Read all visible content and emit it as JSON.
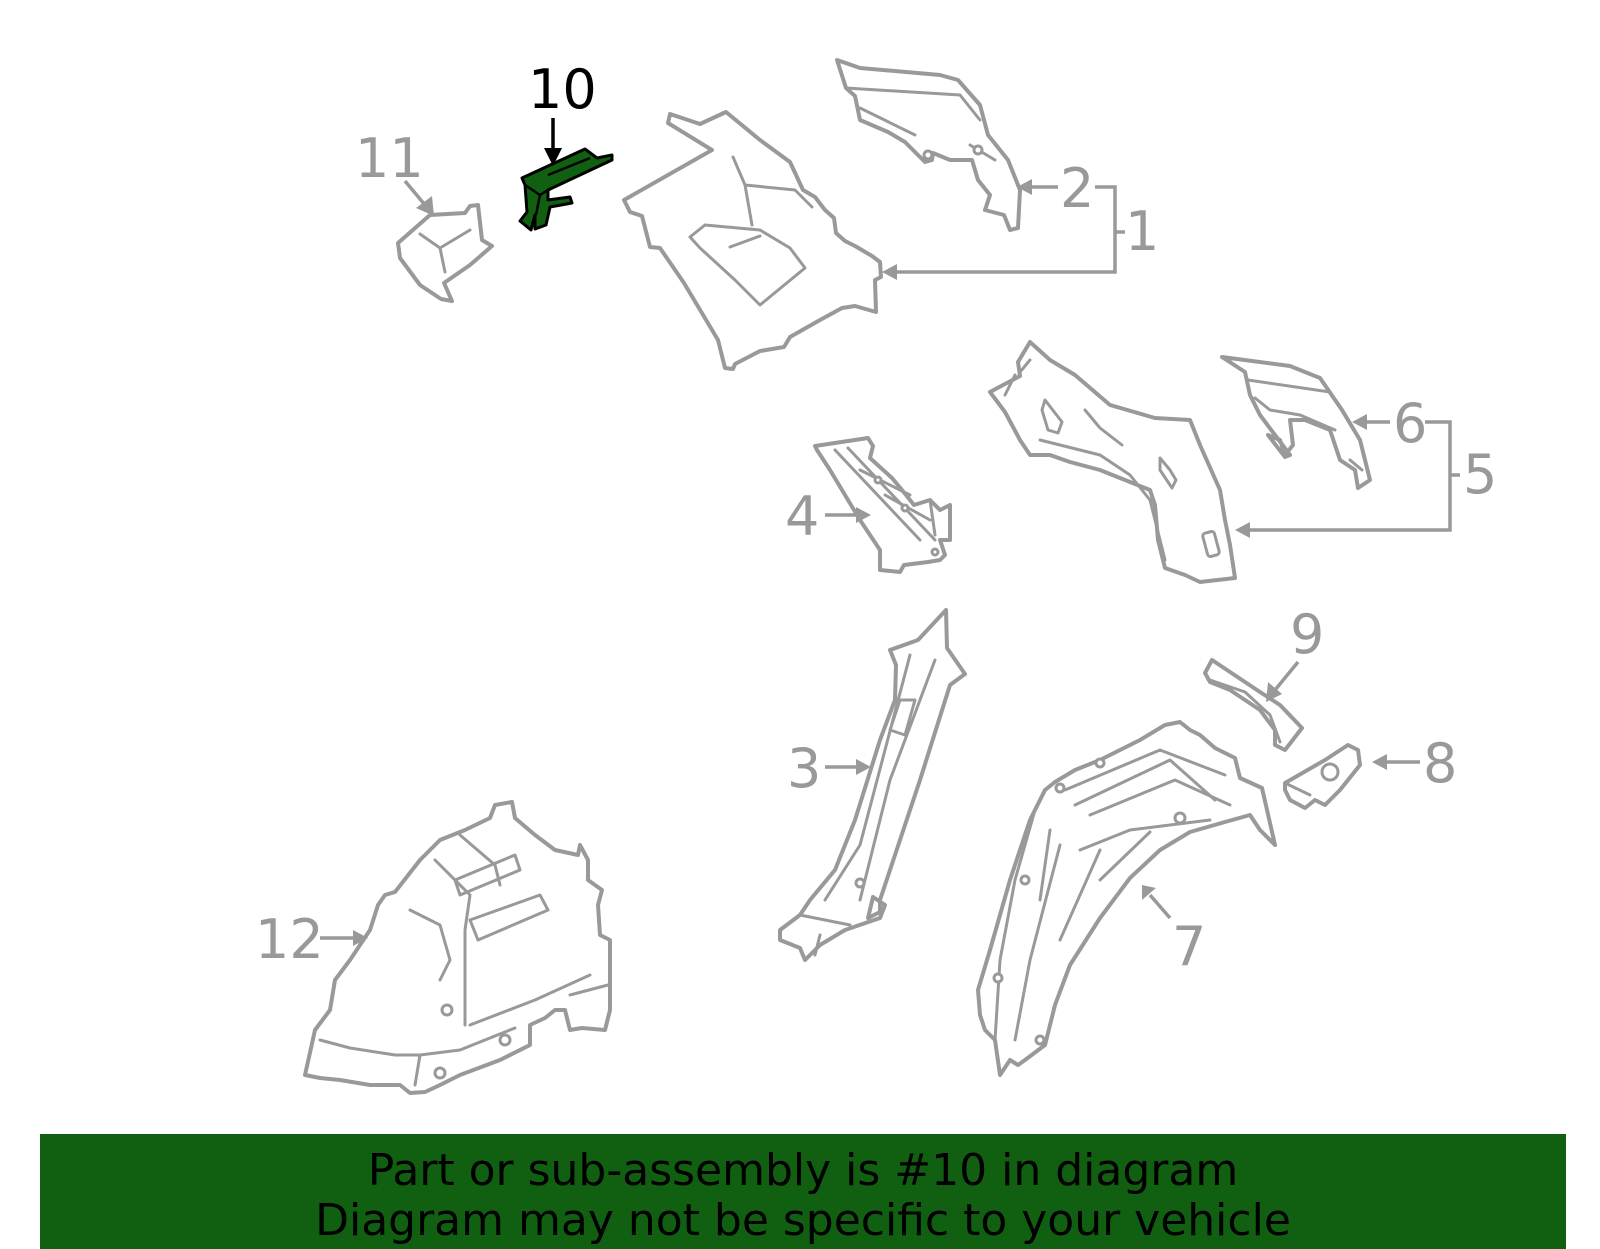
{
  "diagram": {
    "highlighted_part": "10",
    "highlight_color": "#116011",
    "outline_color": "#999999",
    "callouts": {
      "c1": "1",
      "c2": "2",
      "c3": "3",
      "c4": "4",
      "c5": "5",
      "c6": "6",
      "c7": "7",
      "c8": "8",
      "c9": "9",
      "c10": "10",
      "c11": "11",
      "c12": "12"
    }
  },
  "banner": {
    "line1": "Part or sub-assembly is #10 in diagram",
    "line2": "Diagram may not be specific to your vehicle",
    "background": "#116011"
  }
}
